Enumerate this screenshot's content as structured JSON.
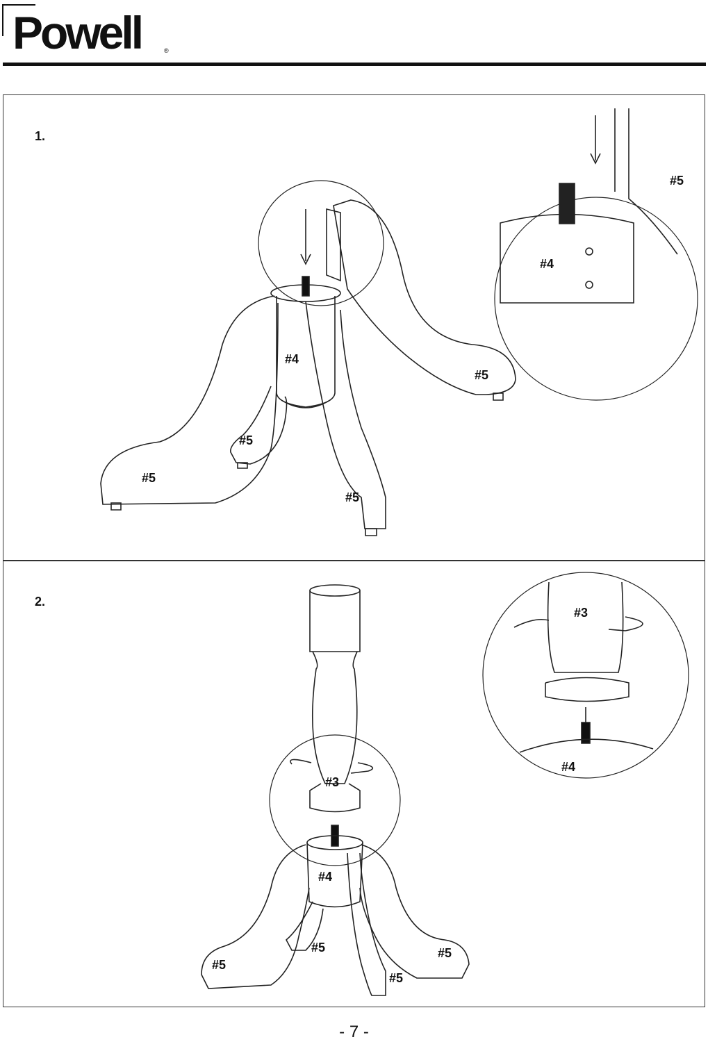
{
  "header": {
    "brand": "Powell",
    "registered": "®"
  },
  "steps": [
    {
      "number": "1.",
      "main_labels": {
        "post": "#4",
        "leg_back_right": "#5",
        "leg_back_left": "#5",
        "leg_front_left": "#5",
        "leg_front_right": "#5"
      },
      "detail_labels": {
        "leg": "#5",
        "post": "#4"
      }
    },
    {
      "number": "2.",
      "main_labels": {
        "column": "#3",
        "post": "#4",
        "leg_back_left": "#5",
        "leg_front_left": "#5",
        "leg_back_right": "#5",
        "leg_front_right": "#5"
      },
      "detail_labels": {
        "column": "#3",
        "post": "#4"
      }
    }
  ],
  "footer": {
    "page_number": "- 7 -"
  }
}
